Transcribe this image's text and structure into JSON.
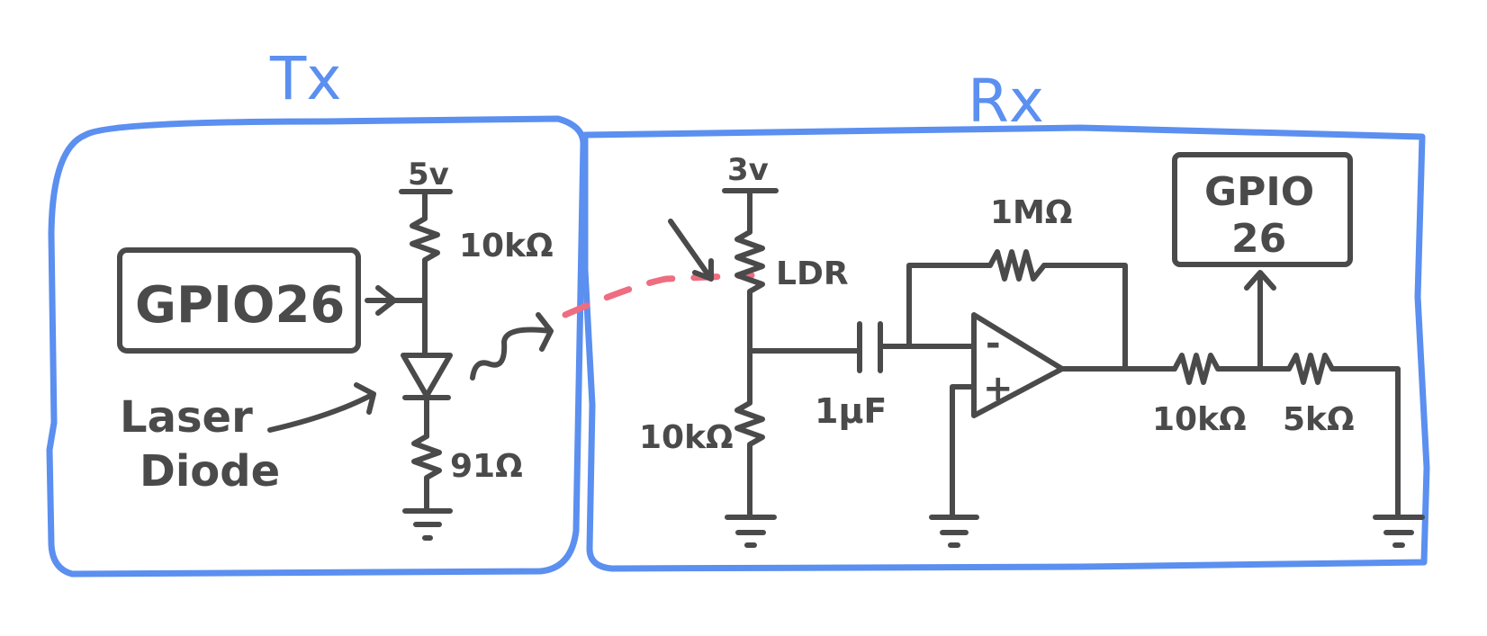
{
  "tx": {
    "title": "Tx",
    "supply": "5v",
    "r_top": "10kΩ",
    "gpio": "GPIO26",
    "label_line1": "Laser",
    "label_line2": "Diode",
    "r_bottom": "91Ω"
  },
  "rx": {
    "title": "Rx",
    "supply": "3v",
    "ldr": "LDR",
    "r_pulldown": "10kΩ",
    "cap": "1µF",
    "r_feedback": "1MΩ",
    "gpio_line1": "GPIO",
    "gpio_line2": "26",
    "r_div1": "10kΩ",
    "r_div2": "5kΩ",
    "opamp_minus": "-",
    "opamp_plus": "+"
  },
  "colors": {
    "section_outline": "#5b8ff0",
    "wiring": "#4a4a4a",
    "laser_beam": "#ee6d80"
  }
}
